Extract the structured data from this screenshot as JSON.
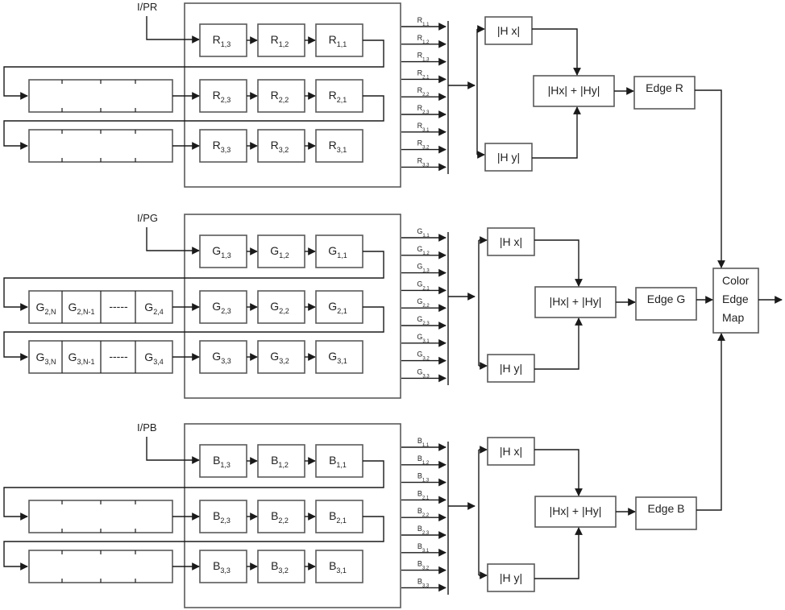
{
  "title": "Color edge detection block diagram",
  "channels": [
    {
      "id": "R",
      "input_label": "I/PR",
      "window_rows": [
        [
          "R",
          "1,3",
          "1,2",
          "1,1"
        ],
        [
          "R",
          "2,3",
          "2,2",
          "2,1"
        ],
        [
          "R",
          "3,3",
          "3,2",
          "3,1"
        ]
      ],
      "line_buffers": [
        {
          "cells": [
            "",
            "",
            "",
            ""
          ]
        },
        {
          "cells": [
            "",
            "",
            "",
            ""
          ]
        }
      ],
      "taps": [
        "1,1",
        "1,2",
        "1,3",
        "2,1",
        "2,2",
        "2,3",
        "3,1",
        "3,2",
        "3,3"
      ],
      "hx_label": "|H x|",
      "hy_label": "|H y|",
      "sum_label": "|Hx| + |Hy|",
      "edge_label": "Edge R"
    },
    {
      "id": "G",
      "input_label": "I/PG",
      "window_rows": [
        [
          "G",
          "1,3",
          "1,2",
          "1,1"
        ],
        [
          "G",
          "2,3",
          "2,2",
          "2,1"
        ],
        [
          "G",
          "3,3",
          "3,2",
          "3,1"
        ]
      ],
      "line_buffers": [
        {
          "cells": [
            [
              "G",
              "2,N"
            ],
            [
              "G",
              "2,N-1"
            ],
            [
              "",
              "-----"
            ],
            [
              "G",
              "2,4"
            ]
          ]
        },
        {
          "cells": [
            [
              "G",
              "3,N"
            ],
            [
              "G",
              "3,N-1"
            ],
            [
              "",
              "-----"
            ],
            [
              "G",
              "3,4"
            ]
          ]
        }
      ],
      "taps": [
        "1,1",
        "1,2",
        "1,3",
        "2,1",
        "2,2",
        "2,3",
        "3,1",
        "3,2",
        "3,3"
      ],
      "hx_label": "|H x|",
      "hy_label": "|H y|",
      "sum_label": "|Hx| + |Hy|",
      "edge_label": "Edge G"
    },
    {
      "id": "B",
      "input_label": "I/PB",
      "window_rows": [
        [
          "B",
          "1,3",
          "1,2",
          "1,1"
        ],
        [
          "B",
          "2,3",
          "2,2",
          "2,1"
        ],
        [
          "B",
          "3,3",
          "3,2",
          "3,1"
        ]
      ],
      "line_buffers": [
        {
          "cells": [
            "",
            "",
            "",
            ""
          ]
        },
        {
          "cells": [
            "",
            "",
            "",
            ""
          ]
        }
      ],
      "taps": [
        "1,1",
        "1,2",
        "1,3",
        "2,1",
        "2,2",
        "2,3",
        "3,1",
        "3,2",
        "3,3"
      ],
      "hx_label": "|H x|",
      "hy_label": "|H y|",
      "sum_label": "|Hx| + |Hy|",
      "edge_label": "Edge B"
    }
  ],
  "output_block": {
    "lines": [
      "Color",
      "Edge",
      "Map"
    ]
  }
}
